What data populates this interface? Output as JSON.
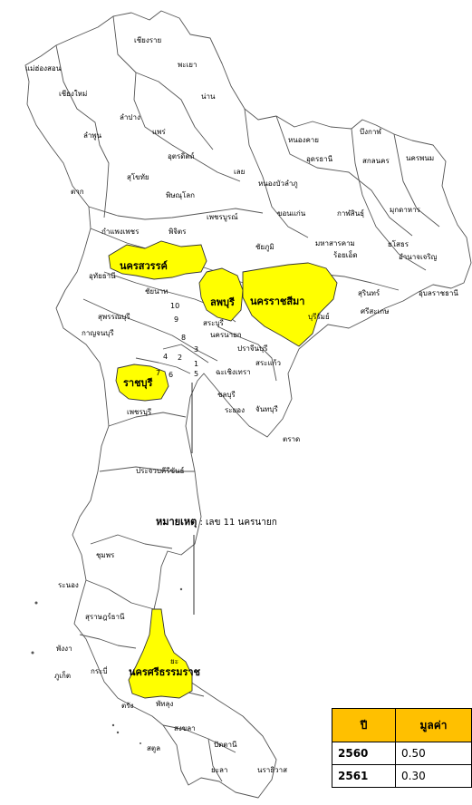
{
  "colors": {
    "highlight": "#FFFF00",
    "outline": "#555555",
    "table_header": "#FFC000"
  },
  "map": {
    "highlighted": [
      "นครสวรรค์",
      "ลพบุรี",
      "นครราชสีมา",
      "ราชบุรี",
      "นครศรีธรรมราช"
    ],
    "labels": {
      "chiangrai": "เชียงราย",
      "maehongson": "แม่ฮ่องสอน",
      "phayao": "พะเยา",
      "chiangmai": "เชียงใหม่",
      "nan": "น่าน",
      "lampang": "ลำปาง",
      "lamphun": "ลำพูน",
      "phrae": "แพร่",
      "uttaradit": "อุตรดิตถ์",
      "sukhothai": "สุโขทัย",
      "tak": "ตาก",
      "phitsanulok": "พิษณุโลก",
      "loei": "เลย",
      "nongkhai": "หนองคาย",
      "buengkan": "บึงกาฬ",
      "udonthani": "อุดรธานี",
      "sakonnakhon": "สกลนคร",
      "nakhonphanom": "นครพนม",
      "nongbualamphu": "หนองบัวลำภู",
      "kamphaengphet": "กำแพงเพชร",
      "phichit": "พิจิตร",
      "phetchabun": "เพชรบูรณ์",
      "khonkaen": "ขอนแก่น",
      "kalasin": "กาฬสินธุ์",
      "mukdahan": "มุกดาหาร",
      "chaiyaphum": "ชัยภูมิ",
      "mahasarakham": "มหาสารคาม",
      "yasothon": "ยโสธร",
      "roiet": "ร้อยเอ็ด",
      "amnatcharoen": "อำนาจเจริญ",
      "nakhonsawan": "นครสวรรค์",
      "uthaithani": "อุทัยธานี",
      "chainat": "ชัยนาท",
      "lopburi": "ลพบุรี",
      "nakhonratchasima": "นครราชสีมา",
      "surin": "สุรินทร์",
      "ubonratchathani": "อุบลราชธานี",
      "buriram": "บุรีรัมย์",
      "sisaket": "ศรีสะเกษ",
      "suphanburi": "สุพรรณบุรี",
      "saraburi": "สระบุรี",
      "kanchanaburi": "กาญจนบุรี",
      "nakhonnayok": "นครนายก",
      "prachinburi": "ปราจีนบุรี",
      "sakaeo": "สระแก้ว",
      "chachoengsao": "ฉะเชิงเทรา",
      "ratchaburi": "ราชบุรี",
      "phetchaburi": "เพชรบุรี",
      "chonburi": "ชลบุรี",
      "rayong": "ระยอง",
      "chanthaburi": "จันทบุรี",
      "trat": "ตราด",
      "prachuap": "ประจวบคีรีขันธ์",
      "chumphon": "ชุมพร",
      "ranong": "ระนอง",
      "suratthani": "สุราษฎร์ธานี",
      "phangnga": "พังงา",
      "phuket": "ภูเก็ต",
      "krabi": "กระบี่",
      "nakhonsithammarat": "นครศรีธรรมราช",
      "trang": "ตรัง",
      "phatthalung": "พัทลุง",
      "songkhla": "สงขลา",
      "satun": "สตูล",
      "pattani": "ปัตตานี",
      "yala": "ยะลา",
      "narathiwat": "นราธิวาส",
      "yatch": "ยะ",
      "no1": "1",
      "no2": "2",
      "no3": "3",
      "no4": "4",
      "no5": "5",
      "no6": "6",
      "no7": "7",
      "no8": "8",
      "no9": "9",
      "no10": "10"
    },
    "note_title": "หมายเหตุ",
    "note_body": ": เลข 11 นครนายก"
  },
  "table": {
    "headers": [
      "ปี",
      "มูลค่า"
    ],
    "rows": [
      {
        "year": "2560",
        "value": "0.50"
      },
      {
        "year": "2561",
        "value": "0.30"
      }
    ]
  }
}
